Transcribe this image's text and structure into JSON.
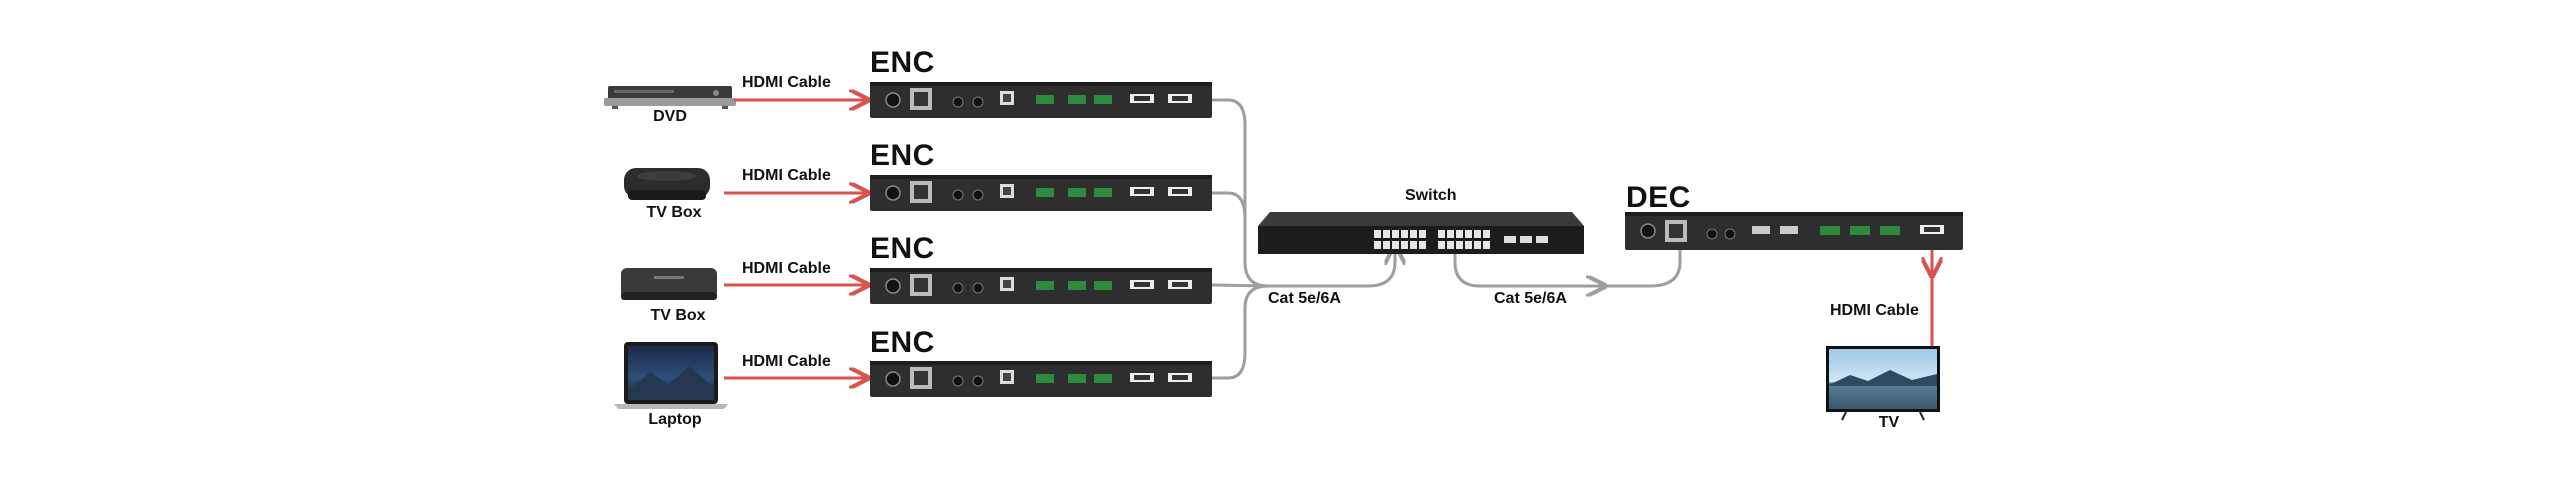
{
  "sources": [
    {
      "name": "DVD",
      "cable": "HDMI Cable",
      "unit": "ENC",
      "icon": "dvd-player-icon"
    },
    {
      "name": "TV Box",
      "cable": "HDMI Cable",
      "unit": "ENC",
      "icon": "tv-box-icon"
    },
    {
      "name": "TV Box",
      "cable": "HDMI Cable",
      "unit": "ENC",
      "icon": "tv-box-icon"
    },
    {
      "name": "Laptop",
      "cable": "HDMI Cable",
      "unit": "ENC",
      "icon": "laptop-icon"
    }
  ],
  "switch": {
    "label": "Switch",
    "icon": "network-switch-icon"
  },
  "links": {
    "encoders_to_switch": "Cat  5e/6A",
    "switch_to_decoder": "Cat  5e/6A"
  },
  "decoder": {
    "label": "DEC",
    "icon": "decoder-box-icon"
  },
  "output": {
    "cable": "HDMI Cable",
    "name": "TV",
    "icon": "tv-icon"
  },
  "colors": {
    "hdmi_line": "#d9534f",
    "cat_line": "#9e9e9e",
    "device_body": "#2e2e2e",
    "terminal_green": "#2e8b3d"
  }
}
